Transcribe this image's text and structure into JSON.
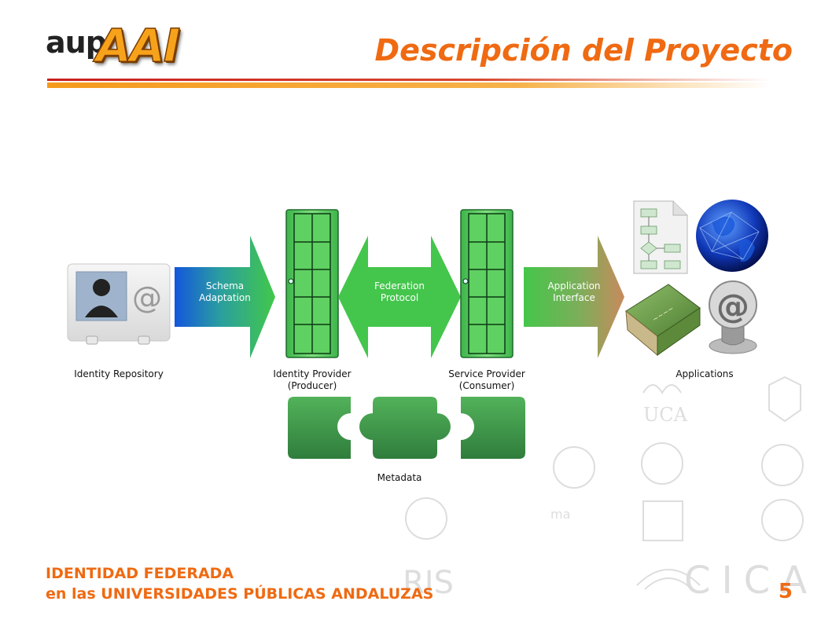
{
  "header": {
    "logo_prefix": "aup",
    "logo_main": "AAI",
    "title": "Descripción del Proyecto"
  },
  "diagram": {
    "arrows": [
      {
        "line1": "Schema",
        "line2": "Adaptation"
      },
      {
        "line1": "Federation",
        "line2": "Protocol"
      },
      {
        "line1": "Application",
        "line2": "Interface"
      }
    ],
    "identity_repository": "Identity Repository",
    "identity_provider": {
      "line1": "Identity Provider",
      "line2": "(Producer)"
    },
    "service_provider": {
      "line1": "Service Provider",
      "line2": "(Consumer)"
    },
    "applications": "Applications",
    "metadata": "Metadata",
    "watermark_text": {
      "uca": "UCA",
      "cica": "CICA",
      "uma": "ma",
      "iris": "RIS"
    }
  },
  "footer": {
    "line1": "IDENTIDAD FEDERADA",
    "line2": "en las UNIVERSIDADES  PÚBLICAS ANDALUZAS",
    "page_number": "5"
  },
  "colors": {
    "accent_orange": "#ef6a12",
    "rule_red": "#c81e1e",
    "rule_orange": "#f59a1c",
    "green": "#3fbf48",
    "blue": "#1560d8"
  }
}
